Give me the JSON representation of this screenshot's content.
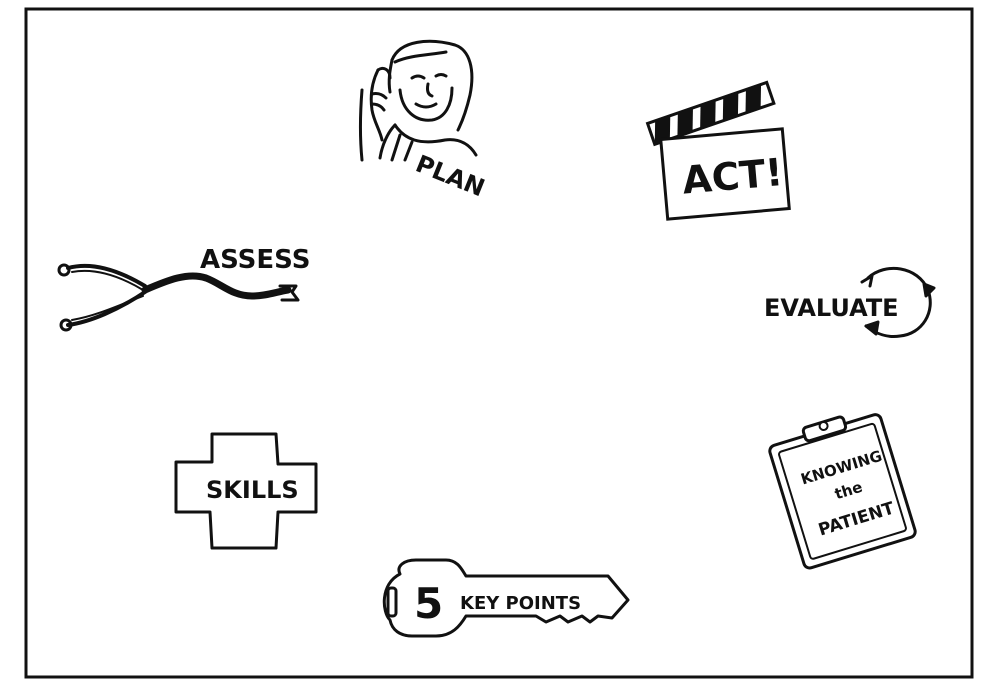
{
  "colors": {
    "ink": "#111111",
    "paper": "#ffffff"
  },
  "items": {
    "plan": {
      "label": "PLAN",
      "icon": "thinking-person-icon"
    },
    "act": {
      "label": "ACT!",
      "icon": "clapperboard-icon"
    },
    "assess": {
      "label": "ASSESS",
      "icon": "stethoscope-icon"
    },
    "evaluate": {
      "label": "EVALUATE",
      "icon": "circular-arrow-icon"
    },
    "skills": {
      "label": "SKILLS",
      "icon": "medical-cross-icon"
    },
    "knowing": {
      "line1": "KNOWING",
      "line2": "the",
      "line3": "PATIENT",
      "icon": "clipboard-icon"
    },
    "key": {
      "number": "5",
      "label": "KEY POINTS",
      "icon": "key-icon"
    }
  }
}
